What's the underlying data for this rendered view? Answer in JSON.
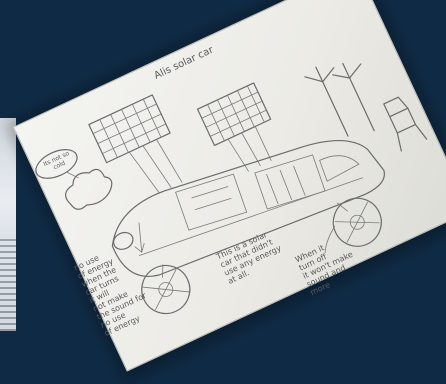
{
  "drawing": {
    "title": "Alis solar car",
    "bubble_text": "Its not so cold",
    "note_left": "no use\nof energy\nwhen the\ncar turns\nit will\nnot make\nthe sound for\nno use\nof energy",
    "note_center": "This is a solar\ncar that didn't\nuse any energy\nat all.",
    "note_bottom": "When it\nturn off\nit won't make\nsound and\nmore"
  },
  "colors": {
    "background": "#0f2a44",
    "paper": "#f4f4f1",
    "pencil": "#6b6b6b"
  }
}
